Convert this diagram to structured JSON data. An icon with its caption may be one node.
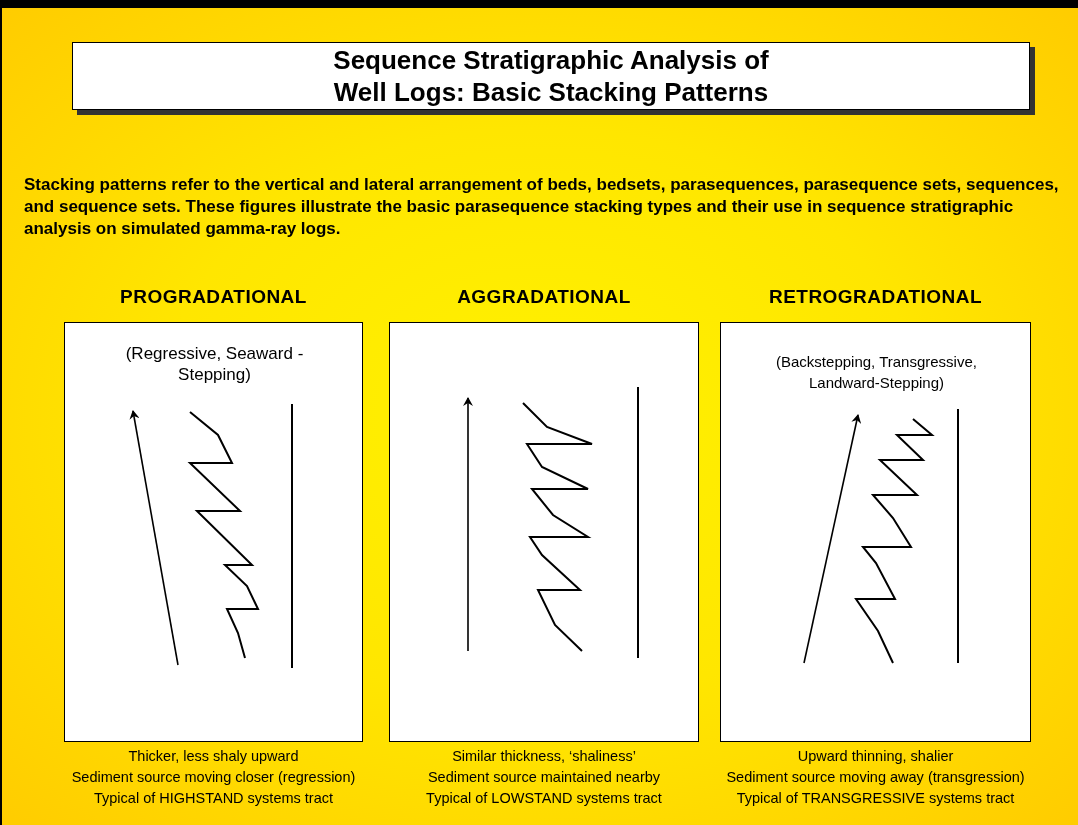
{
  "diagram": {
    "title": "Sequence Stratigraphic Analysis of Well Logs: Basic Stacking Patterns",
    "nodes": [
      {
        "text": [
          "PROGRADATIONAL",
          "(Regressive, Seaward - Stepping)"
        ],
        "beside": [
          "Thicker, less shaly upward",
          "Sediment source moving closer (regression)",
          "Typical of HIGHSTAND systems tract"
        ]
      },
      {
        "text": [
          "AGGRADATIONAL"
        ],
        "beside": [
          "Similar thickness, ‘shaliness’",
          "Sediment source maintained nearby",
          "Typical of LOWSTAND systems tract"
        ]
      },
      {
        "text": [
          "RETROGRADATIONAL",
          "(Backstepping, Transgressive, Landward-Stepping)"
        ],
        "beside": [
          "Upward thinning, shalier",
          "Sediment source moving away (transgression)",
          "Typical of TRANSGRESSIVE systems tract"
        ]
      }
    ],
    "labels": [
      "Stacking patterns refer to the vertical and lateral arrangement of beds, bedsets, parasequences, parasequence sets, sequences, and sequence sets.  These figures illustrate the basic parasequence stacking types and their use in sequence stratigraphic analysis on simulated gamma-ray logs."
    ]
  }
}
